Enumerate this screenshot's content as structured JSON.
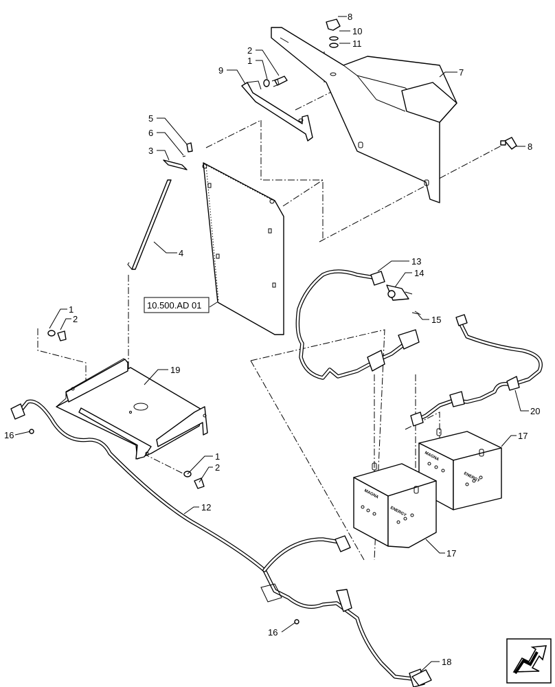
{
  "diagram": {
    "reference_label": "10.500.AD 01",
    "battery_brand": "MAGNA",
    "battery_subtext": "ENERGY",
    "nav_icon": "next-page-arrow-icon",
    "callouts": [
      {
        "id": "c8a",
        "text": "8"
      },
      {
        "id": "c10",
        "text": "10"
      },
      {
        "id": "c11",
        "text": "11"
      },
      {
        "id": "c7",
        "text": "7"
      },
      {
        "id": "c2a",
        "text": "2"
      },
      {
        "id": "c1a",
        "text": "1"
      },
      {
        "id": "c9",
        "text": "9"
      },
      {
        "id": "c8b",
        "text": "8"
      },
      {
        "id": "c5",
        "text": "5"
      },
      {
        "id": "c6",
        "text": "6"
      },
      {
        "id": "c3",
        "text": "3"
      },
      {
        "id": "c4",
        "text": "4"
      },
      {
        "id": "c13",
        "text": "13"
      },
      {
        "id": "c14",
        "text": "14"
      },
      {
        "id": "c15",
        "text": "15"
      },
      {
        "id": "c1b",
        "text": "1"
      },
      {
        "id": "c2b",
        "text": "2"
      },
      {
        "id": "c19",
        "text": "19"
      },
      {
        "id": "c16a",
        "text": "16"
      },
      {
        "id": "c1c",
        "text": "1"
      },
      {
        "id": "c2c",
        "text": "2"
      },
      {
        "id": "c20",
        "text": "20"
      },
      {
        "id": "c17a",
        "text": "17"
      },
      {
        "id": "c12",
        "text": "12"
      },
      {
        "id": "c17b",
        "text": "17"
      },
      {
        "id": "c16b",
        "text": "16"
      },
      {
        "id": "c18",
        "text": "18"
      }
    ]
  }
}
